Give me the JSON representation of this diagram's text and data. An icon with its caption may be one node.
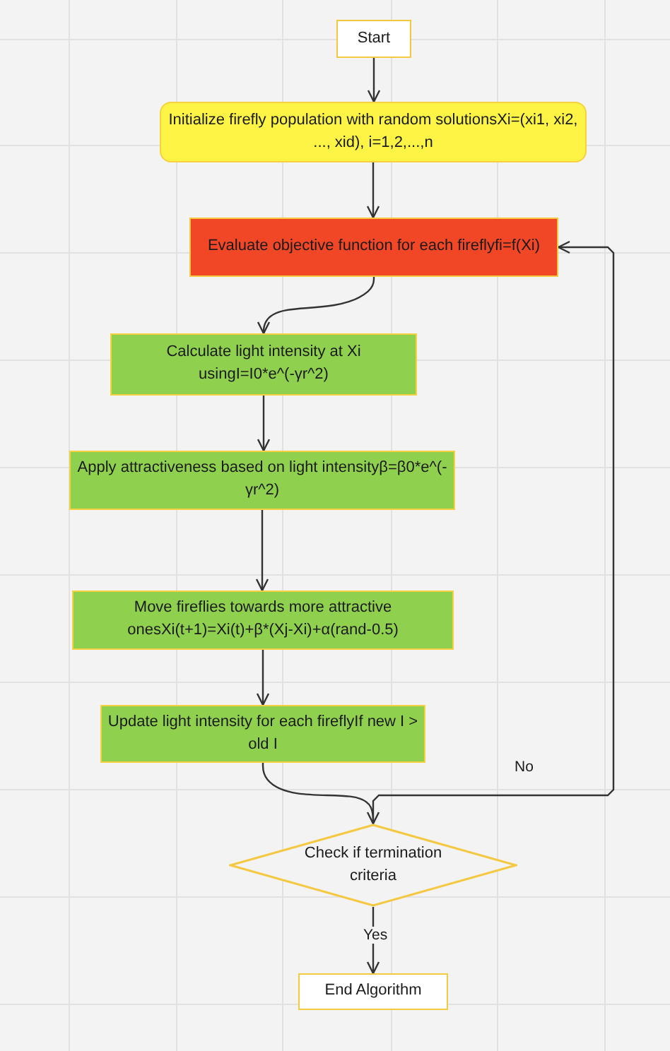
{
  "diagram": {
    "nodes": [
      {
        "text": [
          "Start"
        ]
      },
      {
        "text": [
          "Initialize firefly population with random solutionsXi=(xi1, xi2, ..., xid), i=1,2,...,n"
        ]
      },
      {
        "text": [
          "Evaluate objective function for each fireflyfi=f(Xi)"
        ]
      },
      {
        "text": [
          "Calculate light intensity at Xi usingI=I0*e^(-γr^2)"
        ]
      },
      {
        "text": [
          "Apply attractiveness based on light intensityβ=β0*e^(-γr^2)"
        ]
      },
      {
        "text": [
          "Move fireflies towards more attractive onesXi(t+1)=Xi(t)+β*(Xj-Xi)+α(rand-0.5)"
        ]
      },
      {
        "text": [
          "Update light intensity for each fireflyIf new I > old I"
        ]
      },
      {
        "text": [
          "Check if termination criteria"
        ]
      },
      {
        "text": [
          "End Algorithm"
        ]
      }
    ],
    "edges": [
      {
        "from": 0,
        "to": 1,
        "arrow": "to"
      },
      {
        "from": 1,
        "to": 2,
        "arrow": "to"
      },
      {
        "from": 2,
        "to": 3,
        "arrow": "to"
      },
      {
        "from": 3,
        "to": 4,
        "arrow": "to"
      },
      {
        "from": 4,
        "to": 5,
        "arrow": "to"
      },
      {
        "from": 5,
        "to": 6,
        "arrow": "to"
      },
      {
        "from": 6,
        "to": 7,
        "arrow": "to"
      },
      {
        "from": 7,
        "to": 2,
        "arrow": "to",
        "label": "No"
      },
      {
        "from": 7,
        "to": 8,
        "arrow": "to",
        "label": "Yes"
      }
    ]
  }
}
